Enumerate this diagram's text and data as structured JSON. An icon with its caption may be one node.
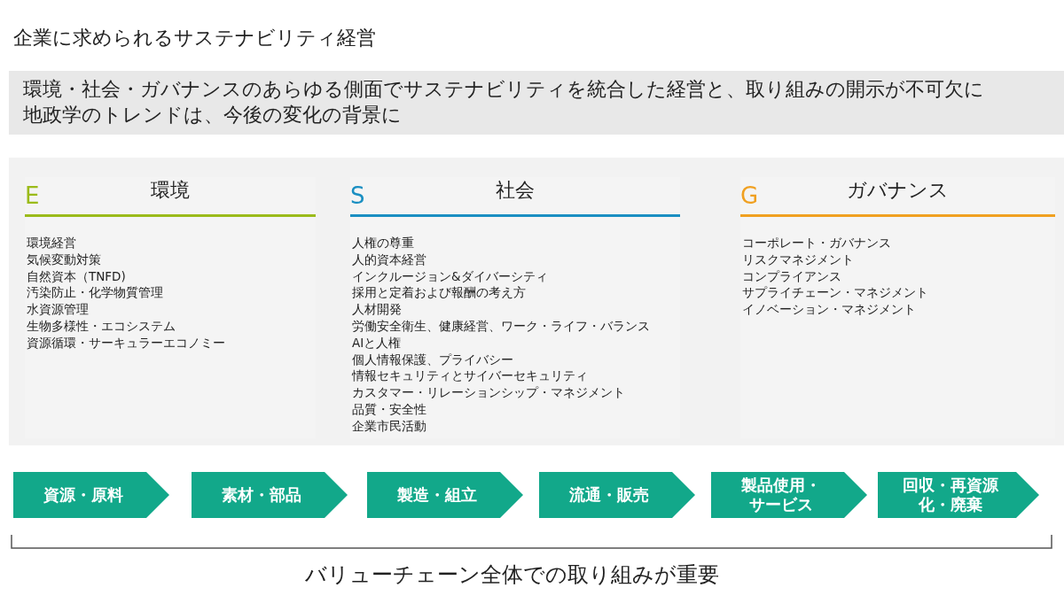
{
  "diagram": {
    "title": "企業に求められるサステナビリティ経営",
    "nodes": [
      {
        "text": [
          "環境・社会・ガバナンスのあらゆる側面でサステナビリティを統合した経営と、取り組みの開示が不可欠に地政学のトレンドは、今後の変化の背景に"
        ]
      },
      {
        "text": [],
        "shape": "box"
      },
      {
        "text": [
          "E",
          "環境",
          "環境経営",
          "気候変動対策",
          "自然資本（TNFD)",
          "汚染防止・化学物質管理",
          "水資源管理",
          "生物多様性・エコシステム",
          "資源循環・サーキュラーエコノミー"
        ],
        "in": 1
      },
      {
        "text": [
          "S",
          "社会",
          "人権の尊重",
          "人的資本経営",
          "インクルージョン&ダイバーシティ",
          "採用と定着および報酬の考え方",
          "人材開発",
          "労働安全衛生、健康経営、ワーク・ライフ・バランス",
          "AIと人権",
          "個人情報保護、プライバシー",
          "情報セキュリティとサイバーセキュリティ",
          "カスタマー・リレーションシップ・マネジメント",
          "品質・安全性",
          "企業市民活動"
        ],
        "in": 1
      },
      {
        "text": [
          "G",
          "ガバナンス",
          "コーポレート・ガバナンス",
          "リスクマネジメント",
          "コンプライアンス",
          "サプライチェーン・マネジメント",
          "イノベーション・マネジメント"
        ],
        "in": 1
      },
      {
        "text": [
          "資源・原料"
        ]
      },
      {
        "text": [
          "素材・部品"
        ]
      },
      {
        "text": [
          "製造・組立"
        ]
      },
      {
        "text": [
          "流通・販売"
        ]
      },
      {
        "text": [
          "製品使用・サービス"
        ]
      },
      {
        "text": [
          "回収・再資源化・廃棄"
        ]
      }
    ],
    "labels": [
      "バリューチェーン全体での取り組みが重要"
    ]
  }
}
